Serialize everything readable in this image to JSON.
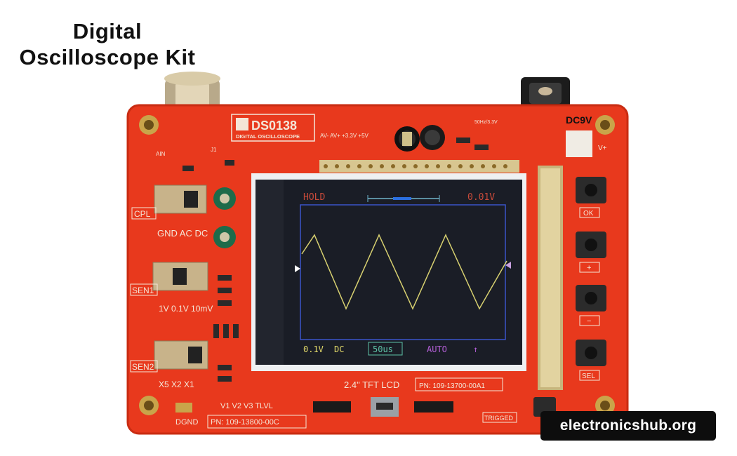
{
  "title_line1": "Digital",
  "title_line2": "Oscilloscope Kit",
  "watermark": "electronicshub.org",
  "colors": {
    "pcb": "#e8391d",
    "pcb_dark": "#c92c12",
    "silkscreen": "#f4e6d8",
    "screen_bg": "#1a1d26",
    "trace": "#d7d070",
    "grid_frame": "#3a55c8"
  },
  "board": {
    "model": "DS0138",
    "subtitle": "DIGITAL OSCILLOSCOPE",
    "power_pins": "AV-  AV+ +3.3V +5V",
    "dc_input": "DC9V",
    "ain": "AIN",
    "j1": "J1",
    "cpl": "CPL",
    "cpl_options": "GND AC DC",
    "sen1": "SEN1",
    "sen1_options": "1V 0.1V 10mV",
    "sen2": "SEN2",
    "sen2_options": "X5 X2 X1",
    "test_points": "V1  V2  V3  TLVL",
    "dgnd": "DGND",
    "pn_main": "PN: 109-13800-00C",
    "pn_lcd": "PN: 109-13700-00A1",
    "lcd_label": "2.4\" TFT LCD",
    "triggered": "TRIGGED",
    "buttons": [
      "OK",
      "+",
      "−",
      "SEL"
    ],
    "vplus": "V+",
    "signal_label": "50Hz/3.3V"
  },
  "screen": {
    "status": "HOLD",
    "voltage_readout": "0.01V",
    "vdiv": "0.1V",
    "coupling": "DC",
    "timebase": "50us",
    "trigger_mode": "AUTO",
    "trigger_slope": "↑"
  }
}
